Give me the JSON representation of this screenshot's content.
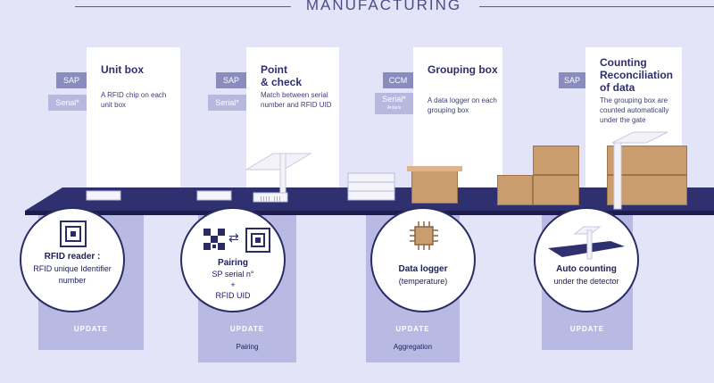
{
  "title": "MANUFACTURING",
  "stations": [
    {
      "title": "Unit box",
      "desc": "A RFID chip on each unit box",
      "tags": [
        "SAP",
        "Serial*"
      ]
    },
    {
      "title": "Point\n& check",
      "desc": "Match between serial number and RFID UID",
      "tags": [
        "SAP",
        "Serial*"
      ]
    },
    {
      "title": "Grouping box",
      "desc": "A data logger on each grouping box",
      "tags": [
        "CCM",
        "Serial*"
      ],
      "tag_sub": "Antaris"
    },
    {
      "title": "Counting Reconciliation of data",
      "desc": "The grouping box are counted automatically under the gate",
      "tags": [
        "SAP"
      ]
    }
  ],
  "circles": [
    {
      "title": "RFID reader :",
      "line1": "RFID unique Identifier",
      "line2": "number"
    },
    {
      "title": "Pairing",
      "line1": "SP serial n°",
      "line2": "+",
      "line3": "RFID UID"
    },
    {
      "title": "Data logger",
      "line1": "(temperature)"
    },
    {
      "title": "Auto counting",
      "line1": "under the detector"
    }
  ],
  "columns": [
    {
      "label": "UPDATE",
      "sub": ""
    },
    {
      "label": "UPDATE",
      "sub": "Pairing"
    },
    {
      "label": "UPDATE",
      "sub": "Aggregation"
    },
    {
      "label": "UPDATE",
      "sub": ""
    }
  ],
  "colors": {
    "background": "#e3e4f7",
    "belt": "#2e3070",
    "column": "#b8bae4",
    "card": "#ffffff",
    "tag": "#8a8cbe",
    "box": "#c99d6e"
  },
  "icons": [
    "rfid-chip-icon",
    "qr-code-icon",
    "swap-arrows-icon",
    "microchip-icon",
    "gate-icon"
  ]
}
